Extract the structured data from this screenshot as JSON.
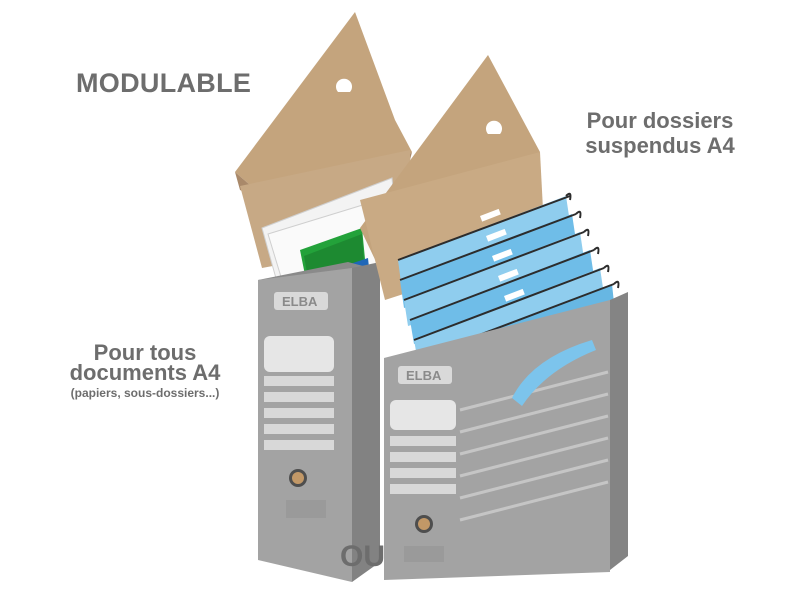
{
  "headline": "MODULABLE",
  "label_hanging": [
    "Pour dossiers",
    "suspendus A4"
  ],
  "label_documents": [
    "Pour tous",
    "documents A4"
  ],
  "label_documents_note": "(papiers, sous-dossiers...)",
  "separator": "OU",
  "brand": "ELBA",
  "colors": {
    "text": "#6d6d6d",
    "box_grey": "#9c9c9c",
    "box_dark": "#7e7e7e",
    "cardboard": "#b89a74",
    "folder_blue": "#67b7e3",
    "folder_green": "#23a23a",
    "folder_darkblue": "#1f67b8"
  }
}
